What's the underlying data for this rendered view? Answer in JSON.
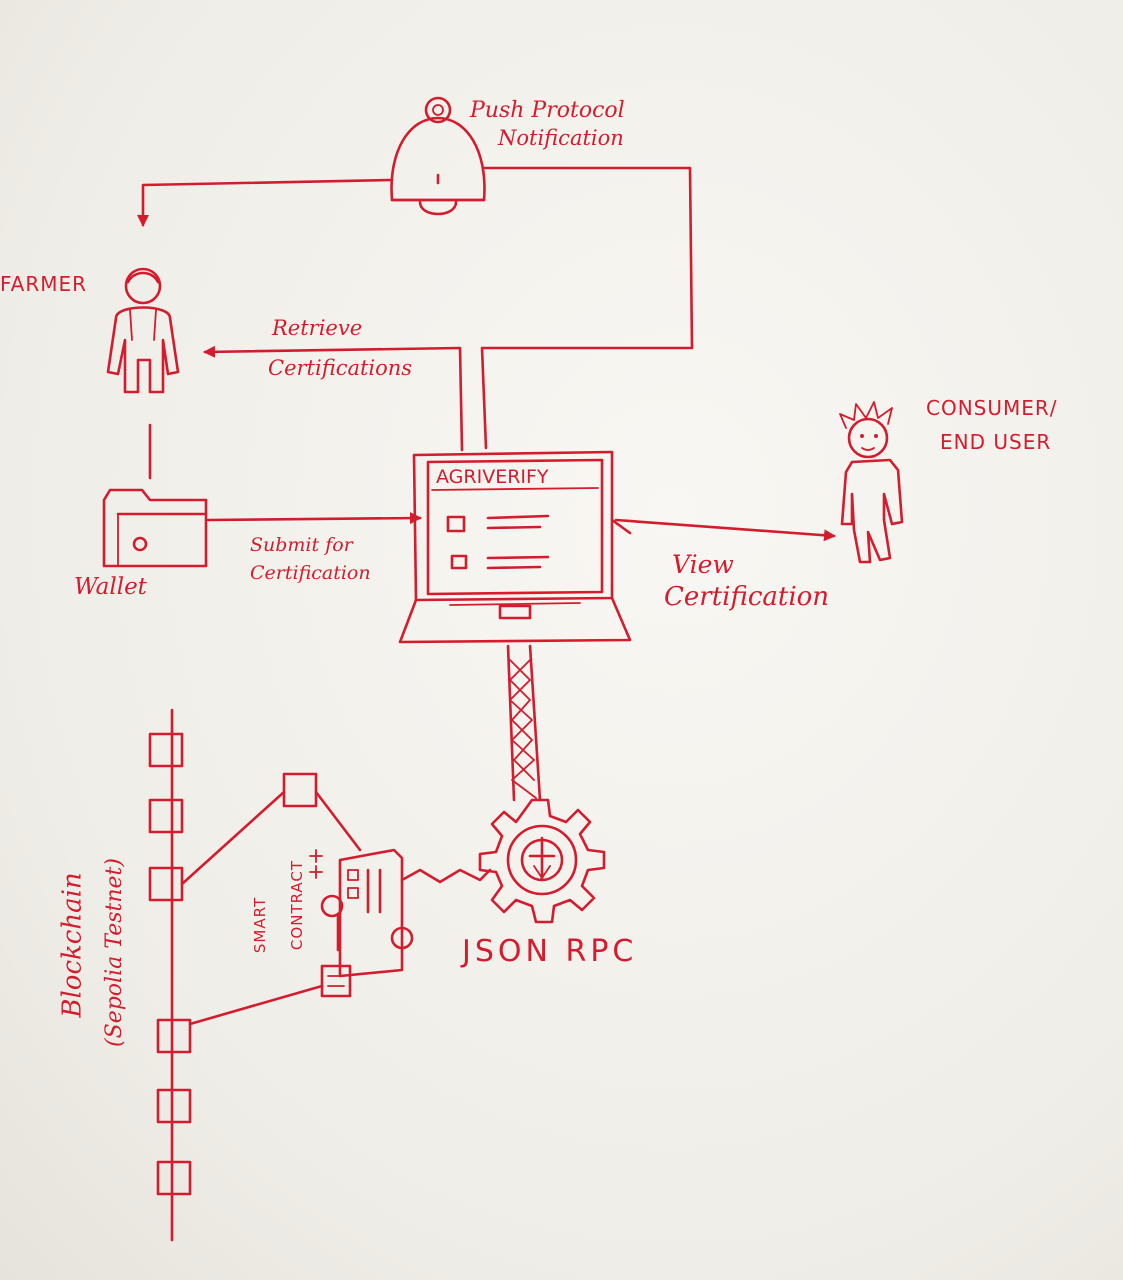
{
  "colors": {
    "ink": "#d41c2e",
    "paper": "#f4f3ef"
  },
  "labels": {
    "push_line1": "Push Protocol",
    "push_line2": "Notification",
    "farmer": "FARMER",
    "retrieve_line1": "Retrieve",
    "retrieve_line2": "Certifications",
    "consumer_line1": "CONSUMER/",
    "consumer_line2": "END USER",
    "app_name": "AGRIVERIFY",
    "wallet": "Wallet",
    "submit_line1": "Submit for",
    "submit_line2": "Certification",
    "view_line1": "View",
    "view_line2": "Certification",
    "smart_contract_line1": "SMART",
    "smart_contract_line2": "CONTRACT",
    "json_rpc": "JSON RPC",
    "blockchain_line1": "Blockchain",
    "blockchain_line2": "(Sepolia Testnet)"
  },
  "icons": {
    "push": "bell-icon",
    "farmer": "farmer-icon",
    "consumer": "consumer-icon",
    "wallet": "wallet-folder-icon",
    "laptop": "laptop-icon",
    "rpc": "gear-icon",
    "contract": "contract-document-icon",
    "blockchain": "block-chain-icon"
  }
}
